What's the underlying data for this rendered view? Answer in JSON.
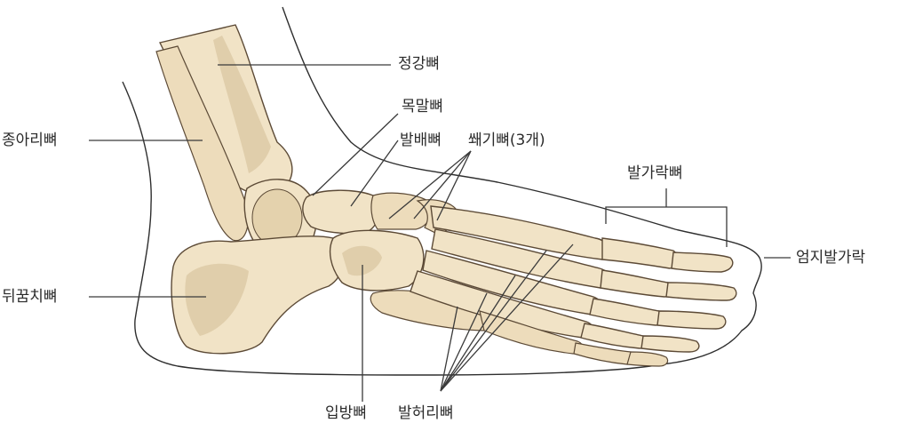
{
  "labels": {
    "tibia": "정강뼈",
    "fibula": "종아리뼈",
    "talus": "목말뼈",
    "navicular": "발배뼈",
    "cuneiform": "쐐기뼈(3개)",
    "phalanges": "발가락뼈",
    "big_toe": "엄지발가락",
    "calcaneus": "뒤꿈치뼈",
    "cuboid": "입방뼈",
    "metatarsal": "발허리뼈"
  },
  "colors": {
    "bone": "#f1e3c6",
    "outline": "#5c4a36",
    "leader": "#3a3a3a",
    "text": "#2b2b2b"
  }
}
